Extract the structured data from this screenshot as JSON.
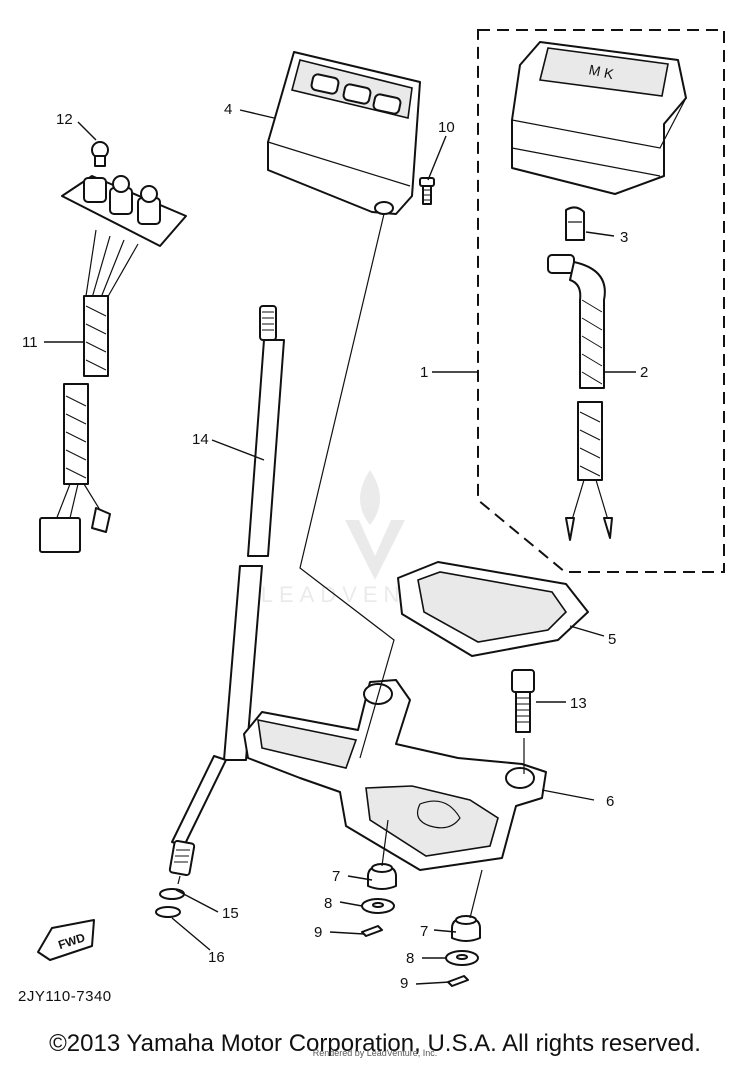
{
  "diagram": {
    "callouts": [
      {
        "id": "1",
        "label": "1"
      },
      {
        "id": "2",
        "label": "2"
      },
      {
        "id": "3",
        "label": "3"
      },
      {
        "id": "4",
        "label": "4"
      },
      {
        "id": "5",
        "label": "5"
      },
      {
        "id": "6",
        "label": "6"
      },
      {
        "id": "7a",
        "label": "7"
      },
      {
        "id": "7b",
        "label": "7"
      },
      {
        "id": "8a",
        "label": "8"
      },
      {
        "id": "8b",
        "label": "8"
      },
      {
        "id": "9a",
        "label": "9"
      },
      {
        "id": "9b",
        "label": "9"
      },
      {
        "id": "10",
        "label": "10"
      },
      {
        "id": "11",
        "label": "11"
      },
      {
        "id": "12",
        "label": "12"
      },
      {
        "id": "13",
        "label": "13"
      },
      {
        "id": "14",
        "label": "14"
      },
      {
        "id": "15",
        "label": "15"
      },
      {
        "id": "16",
        "label": "16"
      }
    ],
    "fwd_label": "FWD",
    "code": "2JY110-7340",
    "watermark": "LEADVENTURE"
  },
  "footer": {
    "copyright": "©2013 Yamaha Motor Corporation, U.S.A. All rights reserved.",
    "rendered_by": "Rendered by LeadVenture, Inc."
  }
}
